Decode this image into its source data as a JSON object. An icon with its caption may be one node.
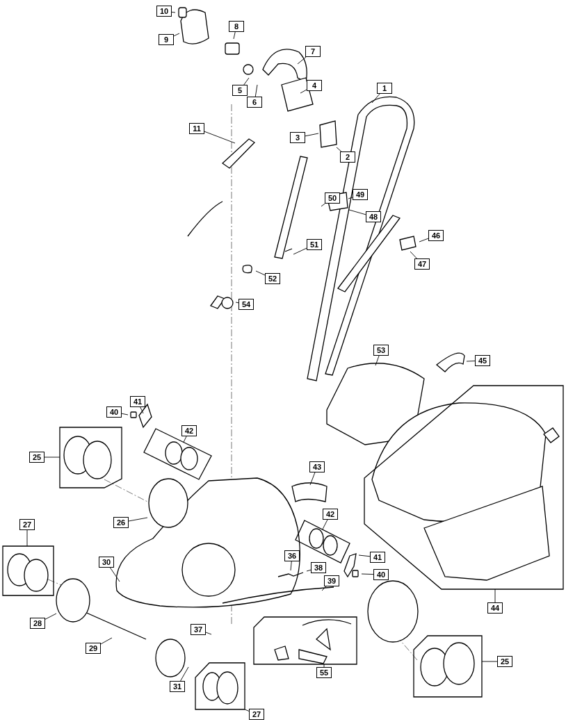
{
  "diagram": {
    "nodes": [
      {
        "text": [
          "10"
        ]
      },
      {
        "text": [
          "9"
        ]
      },
      {
        "text": [
          "8"
        ]
      },
      {
        "text": [
          "7"
        ]
      },
      {
        "text": [
          "5"
        ]
      },
      {
        "text": [
          "4"
        ]
      },
      {
        "text": [
          "6"
        ]
      },
      {
        "text": [
          "1"
        ]
      },
      {
        "text": [
          "11"
        ]
      },
      {
        "text": [
          "3"
        ]
      },
      {
        "text": [
          "2"
        ]
      },
      {
        "text": [
          "50"
        ]
      },
      {
        "text": [
          "49"
        ]
      },
      {
        "text": [
          "48"
        ]
      },
      {
        "text": [
          "51"
        ]
      },
      {
        "text": [
          "46"
        ]
      },
      {
        "text": [
          "47"
        ]
      },
      {
        "text": [
          "52"
        ]
      },
      {
        "text": [
          "54"
        ]
      },
      {
        "text": [
          "53"
        ]
      },
      {
        "text": [
          "45"
        ]
      },
      {
        "text": [
          "41"
        ]
      },
      {
        "text": [
          "40"
        ]
      },
      {
        "text": [
          "42"
        ]
      },
      {
        "text": [],
        "shape": "box"
      },
      {
        "text": [
          "25"
        ]
      },
      {
        "text": [],
        "shape": "box"
      },
      {
        "text": [
          "43"
        ]
      },
      {
        "text": [
          "26"
        ]
      },
      {
        "text": [
          "27"
        ]
      },
      {
        "text": [],
        "shape": "box"
      },
      {
        "text": [
          "30"
        ]
      },
      {
        "text": [
          "42"
        ]
      },
      {
        "text": [],
        "shape": "box"
      },
      {
        "text": [
          "36"
        ]
      },
      {
        "text": [
          "38"
        ]
      },
      {
        "text": [
          "41"
        ]
      },
      {
        "text": [
          "40"
        ]
      },
      {
        "text": [
          "39"
        ]
      },
      {
        "text": [
          "44"
        ]
      },
      {
        "text": [],
        "shape": "box"
      },
      {
        "text": [
          "28"
        ]
      },
      {
        "text": [
          "37"
        ]
      },
      {
        "text": [
          "29"
        ]
      },
      {
        "text": [
          "55"
        ]
      },
      {
        "text": [],
        "shape": "box"
      },
      {
        "text": [
          "25"
        ]
      },
      {
        "text": [],
        "shape": "box"
      },
      {
        "text": [
          "31"
        ]
      },
      {
        "text": [
          "27"
        ]
      },
      {
        "text": [],
        "shape": "box"
      }
    ],
    "edges": [
      {
        "from": 0,
        "to": null,
        "arrow": "none"
      },
      {
        "from": 1,
        "to": null,
        "arrow": "none"
      },
      {
        "from": 2,
        "to": null,
        "arrow": "none"
      },
      {
        "from": 3,
        "to": null,
        "arrow": "none"
      },
      {
        "from": 4,
        "to": null,
        "arrow": "none"
      },
      {
        "from": 5,
        "to": null,
        "arrow": "none"
      },
      {
        "from": 6,
        "to": null,
        "arrow": "none"
      },
      {
        "from": 7,
        "to": null,
        "arrow": "none"
      },
      {
        "from": 8,
        "to": null,
        "arrow": "none"
      },
      {
        "from": 9,
        "to": null,
        "arrow": "none"
      },
      {
        "from": 10,
        "to": null,
        "arrow": "none"
      },
      {
        "from": 11,
        "to": null,
        "arrow": "none"
      },
      {
        "from": 12,
        "to": null,
        "arrow": "none"
      },
      {
        "from": 13,
        "to": null,
        "arrow": "none"
      },
      {
        "from": 14,
        "to": null,
        "arrow": "none"
      },
      {
        "from": 15,
        "to": null,
        "arrow": "none"
      },
      {
        "from": 16,
        "to": null,
        "arrow": "none"
      },
      {
        "from": 17,
        "to": null,
        "arrow": "none"
      },
      {
        "from": 18,
        "to": null,
        "arrow": "none"
      },
      {
        "from": 19,
        "to": null,
        "arrow": "none"
      },
      {
        "from": 20,
        "to": null,
        "arrow": "none"
      },
      {
        "from": 21,
        "to": null,
        "arrow": "none"
      },
      {
        "from": 22,
        "to": null,
        "arrow": "none"
      },
      {
        "from": 23,
        "to": 24,
        "arrow": "none"
      },
      {
        "from": 25,
        "to": 26,
        "arrow": "none"
      },
      {
        "from": 27,
        "to": null,
        "arrow": "none"
      },
      {
        "from": 28,
        "to": null,
        "arrow": "none"
      },
      {
        "from": 29,
        "to": 30,
        "arrow": "none"
      },
      {
        "from": 31,
        "to": null,
        "arrow": "none"
      },
      {
        "from": 32,
        "to": 33,
        "arrow": "none"
      },
      {
        "from": 34,
        "to": null,
        "arrow": "none"
      },
      {
        "from": 35,
        "to": null,
        "arrow": "none"
      },
      {
        "from": 36,
        "to": null,
        "arrow": "none"
      },
      {
        "from": 37,
        "to": null,
        "arrow": "none"
      },
      {
        "from": 38,
        "to": null,
        "arrow": "none"
      },
      {
        "from": 39,
        "to": 40,
        "arrow": "none"
      },
      {
        "from": 41,
        "to": null,
        "arrow": "none"
      },
      {
        "from": 42,
        "to": null,
        "arrow": "none"
      },
      {
        "from": 43,
        "to": null,
        "arrow": "none"
      },
      {
        "from": 44,
        "to": 45,
        "arrow": "none"
      },
      {
        "from": 46,
        "to": 47,
        "arrow": "none"
      },
      {
        "from": 48,
        "to": null,
        "arrow": "none"
      },
      {
        "from": 49,
        "to": 50,
        "arrow": "none"
      }
    ]
  }
}
